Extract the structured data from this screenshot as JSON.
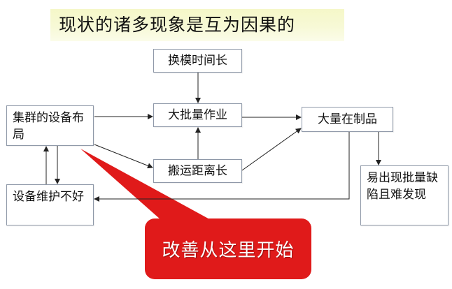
{
  "title": "现状的诸多现象是互为因果的",
  "nodes": {
    "mold_change": "换模时间长",
    "large_batch": "大批量作业",
    "wip": "大量在制品",
    "equipment_layout": "集群的设备布局",
    "transport_distance": "搬运距离长",
    "maintenance": "设备维护不好",
    "defects": "易出现批量缺陷且难发现"
  },
  "callout": {
    "text": "改善从这里开始"
  },
  "colors": {
    "callout_red": "#e01a1a",
    "title_band": "#f6f8cc",
    "box_border": "#8e98a8",
    "arrow": "#222222"
  }
}
